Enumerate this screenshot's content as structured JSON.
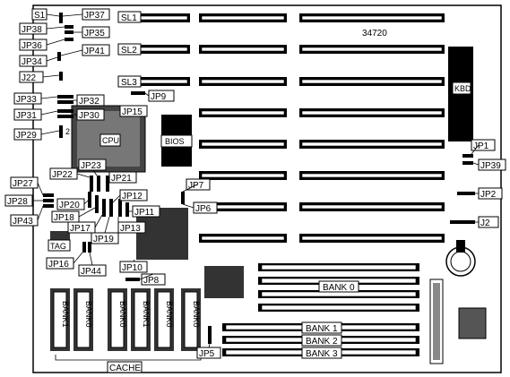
{
  "board_number": "34720",
  "slot_labels": {
    "sl1": "SL1",
    "sl2": "SL2",
    "sl3": "SL3"
  },
  "chips": {
    "cpu": "CPU",
    "bios": "BIOS",
    "kbd": "KBD",
    "tag": "TAG",
    "cache": "CACHE"
  },
  "memory_banks": [
    "BANK 0",
    "BANK 1",
    "BANK 2",
    "BANK 3"
  ],
  "cache_chips": [
    "BANK 1",
    "BANK 0",
    "BANK 0",
    "BANK 1",
    "BANK 0",
    "BANK 0"
  ],
  "cache_chip_labels_vertical": [
    "BANK1",
    "BANK0",
    "BANK0",
    "BANK1",
    "BANK0",
    "BANK0"
  ],
  "jumpers": {
    "s1": "S1",
    "jp37": "JP37",
    "jp38": "JP38",
    "jp35": "JP35",
    "jp36": "JP36",
    "jp41": "JP41",
    "jp34": "JP34",
    "j22": "J22",
    "jp9": "JP9",
    "jp33": "JP33",
    "jp32": "JP32",
    "jp31": "JP31",
    "jp30": "JP30",
    "jp15": "JP15",
    "jp29": "JP29",
    "jp29_pin": "2",
    "jp22": "JP22",
    "jp23": "JP23",
    "jp21": "JP21",
    "jp27": "JP27",
    "jp28": "JP28",
    "jp43": "JP43",
    "jp20": "JP20",
    "jp12": "JP12",
    "jp18": "JP18",
    "jp11": "JP11",
    "jp17": "JP17",
    "jp13": "JP13",
    "jp19": "JP19",
    "jp16": "JP16",
    "jp44": "JP44",
    "jp10": "JP10",
    "jp8": "JP8",
    "jp7": "JP7",
    "jp6": "JP6",
    "jp1": "JP1",
    "jp39": "JP39",
    "jp2": "JP2",
    "j2": "J2",
    "jp5": "JP5"
  }
}
